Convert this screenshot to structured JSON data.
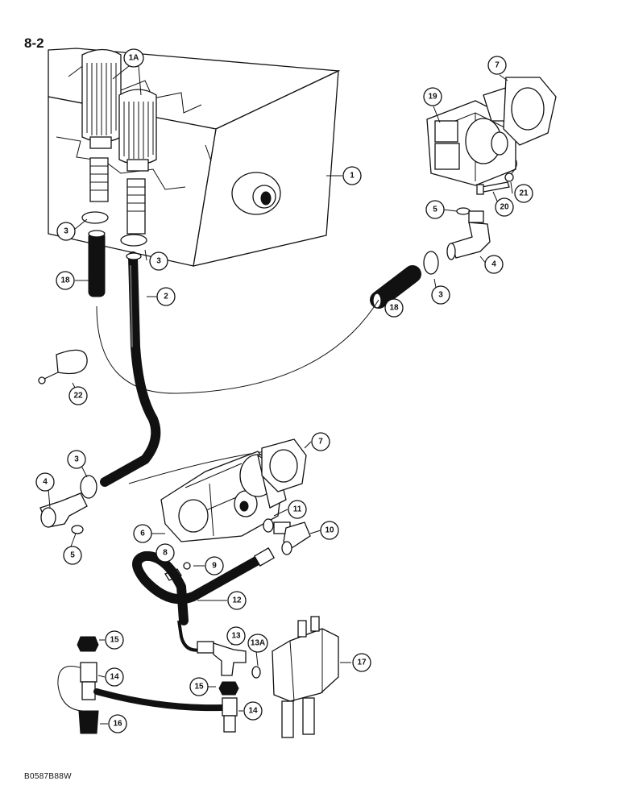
{
  "page": {
    "number": "8-2",
    "reference": "B0587B88W"
  },
  "callouts": [
    {
      "id": "c-1a",
      "label": "1A"
    },
    {
      "id": "c-1",
      "label": "1"
    },
    {
      "id": "c-3a",
      "label": "3"
    },
    {
      "id": "c-3b",
      "label": "3"
    },
    {
      "id": "c-18a",
      "label": "18"
    },
    {
      "id": "c-2",
      "label": "2"
    },
    {
      "id": "c-22",
      "label": "22"
    },
    {
      "id": "c-7a",
      "label": "7"
    },
    {
      "id": "c-19",
      "label": "19"
    },
    {
      "id": "c-5a",
      "label": "5"
    },
    {
      "id": "c-20",
      "label": "20"
    },
    {
      "id": "c-21",
      "label": "21"
    },
    {
      "id": "c-4a",
      "label": "4"
    },
    {
      "id": "c-3c",
      "label": "3"
    },
    {
      "id": "c-18b",
      "label": "18"
    },
    {
      "id": "c-3d",
      "label": "3"
    },
    {
      "id": "c-4b",
      "label": "4"
    },
    {
      "id": "c-5b",
      "label": "5"
    },
    {
      "id": "c-7b",
      "label": "7"
    },
    {
      "id": "c-6",
      "label": "6"
    },
    {
      "id": "c-11",
      "label": "11"
    },
    {
      "id": "c-10",
      "label": "10"
    },
    {
      "id": "c-8",
      "label": "8"
    },
    {
      "id": "c-9",
      "label": "9"
    },
    {
      "id": "c-12",
      "label": "12"
    },
    {
      "id": "c-15a",
      "label": "15"
    },
    {
      "id": "c-13",
      "label": "13"
    },
    {
      "id": "c-13a",
      "label": "13A"
    },
    {
      "id": "c-17",
      "label": "17"
    },
    {
      "id": "c-14a",
      "label": "14"
    },
    {
      "id": "c-15b",
      "label": "15"
    },
    {
      "id": "c-14b",
      "label": "14"
    },
    {
      "id": "c-16",
      "label": "16"
    }
  ]
}
